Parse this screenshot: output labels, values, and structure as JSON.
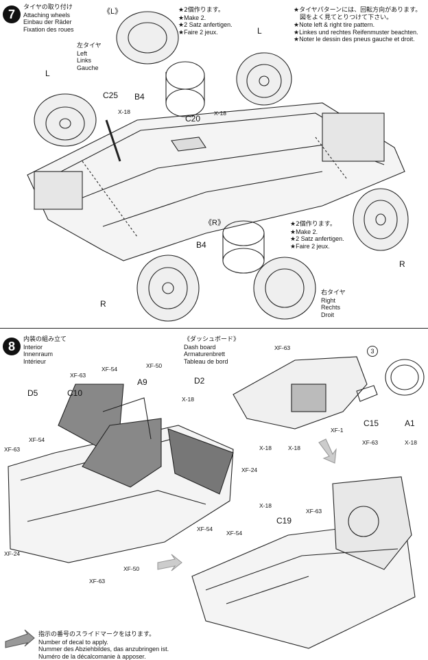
{
  "step7": {
    "number": "7",
    "title_lines": [
      "タイヤの取り付け",
      "Attaching wheels",
      "Einbau der Räder",
      "Fixation des roues"
    ],
    "left_bracket": "《L》",
    "right_bracket": "《R》",
    "note_make2_top": [
      "★2個作ります。",
      "★Make 2.",
      "★2 Satz anfertigen.",
      "★Faire 2 jeux."
    ],
    "note_make2_mid": [
      "★2個作ります。",
      "★Make 2.",
      "★2 Satz anfertigen.",
      "★Faire 2 jeux."
    ],
    "note_pattern": [
      "★タイヤパターンには、回転方向があります。",
      "　図をよく見てとりつけて下さい。",
      "★Note left & right tire pattern.",
      "★Linkes und rechtes Reifenmuster beachten.",
      "★Noter le dessin des pneus gauche et droit."
    ],
    "left_tire_label": [
      "左タイヤ",
      "Left",
      "Links",
      "Gauche"
    ],
    "right_tire_label": [
      "右タイヤ",
      "Right",
      "Rechts",
      "Droit"
    ],
    "labels": {
      "L1": "L",
      "L2": "L",
      "R1": "R",
      "R2": "R",
      "C25": "C25",
      "C20": "C20",
      "B4a": "B4",
      "B4b": "B4",
      "x18a": "X-18",
      "x18b": "X-18"
    }
  },
  "step8": {
    "number": "8",
    "title_lines": [
      "内装の組み立て",
      "Interior",
      "Innenraum",
      "Intérieur"
    ],
    "dash_lines": [
      "《ダッシュボード》",
      "Dash board",
      "Armaturenbrett",
      "Tableau de bord"
    ],
    "labels": {
      "D5": "D5",
      "C10": "C10",
      "A9": "A9",
      "D2": "D2",
      "C15": "C15",
      "A1": "A1",
      "C19": "C19",
      "circle3": "3",
      "xf63a": "XF-63",
      "xf54a": "XF-54",
      "xf50a": "XF-50",
      "x18c": "X-18",
      "xf54b": "XF-54",
      "xf63b": "XF-63",
      "xf24a": "XF-24",
      "xf54c": "XF-54",
      "xf24b": "XF-24",
      "xf50b": "XF-50",
      "xf63c": "XF-63",
      "xf63d": "XF-63",
      "x18d": "X-18",
      "x18e": "X-18",
      "xf1": "XF-1",
      "xf63e": "XF-63",
      "x18f": "X-18",
      "x18g": "X-18",
      "xf63f": "XF-63",
      "xf54d": "XF-54"
    },
    "decal_note": [
      "指示の番号のスライドマークをはります。",
      "Number of decal to apply.",
      "Nummer des Abziehbildes, das anzubringen ist.",
      "Numéro de la décalcomanie à apposer."
    ]
  }
}
